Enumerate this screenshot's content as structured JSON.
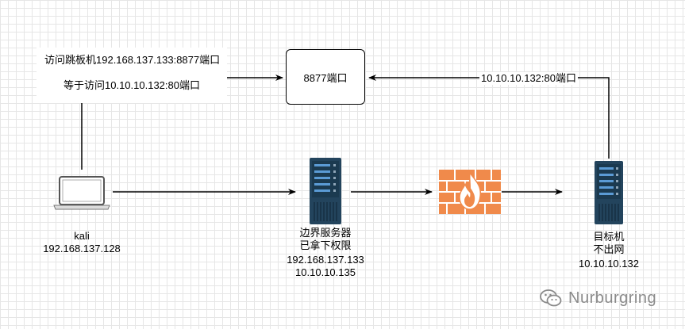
{
  "note": {
    "line1": "访问跳板机192.168.137.133:8877端口",
    "line2": "等于访问10.10.10.132:80端口"
  },
  "port_box": {
    "label": "8877端口"
  },
  "edge_label": "10.10.10.132:80端口",
  "nodes": {
    "kali": {
      "name": "kali",
      "ip": "192.168.137.128",
      "icon": "laptop-icon"
    },
    "border_server": {
      "name": "边界服务器",
      "status": "已拿下权限",
      "ip1": "192.168.137.133",
      "ip2": "10.10.10.135",
      "icon": "server-icon"
    },
    "firewall": {
      "icon": "firewall-icon"
    },
    "target": {
      "name": "目标机",
      "status": "不出网",
      "ip": "10.10.10.132",
      "icon": "server-icon"
    }
  },
  "watermark": {
    "text": "Nurburgring",
    "icon": "wechat-icon"
  },
  "colors": {
    "server_dark": "#23445d",
    "server_light": "#5b9bd5",
    "firewall": "#f08a4b",
    "line": "#000000"
  }
}
